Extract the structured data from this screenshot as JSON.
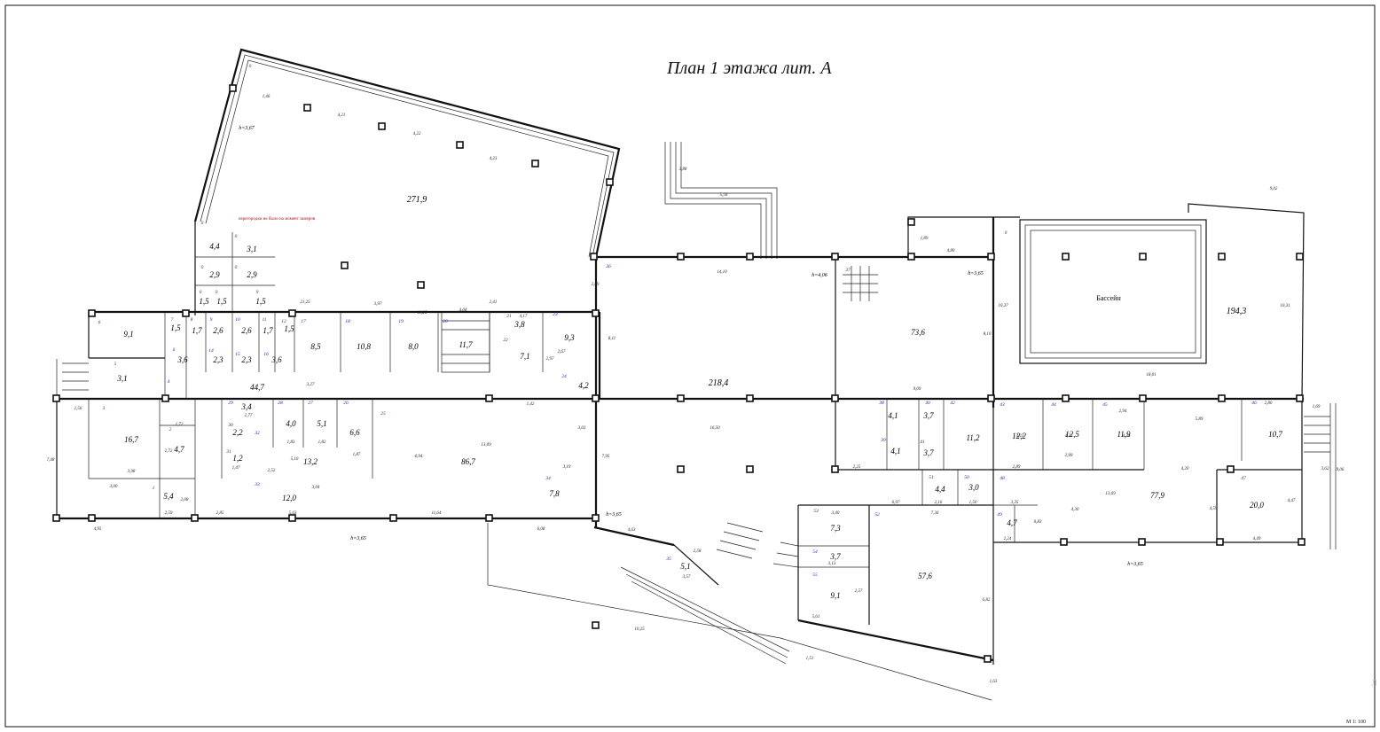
{
  "plan": {
    "title": "План 1 этажа лит. А",
    "scale": "М 1: 100",
    "side_mark": "Л",
    "note": "перегородки не было на момент замеров",
    "pool_label": "Бассейн",
    "heights": [
      "h=3,67",
      "h=4,06",
      "h=3,65",
      "h=3,65",
      "h=3,65",
      "h=3,65"
    ]
  },
  "rooms": [
    {
      "num": "0",
      "area": "271,9"
    },
    {
      "num": "0",
      "area": "4,4"
    },
    {
      "num": "0",
      "area": "3,1"
    },
    {
      "num": "0",
      "area": "2,9"
    },
    {
      "num": "0",
      "area": "2,9"
    },
    {
      "num": "0",
      "area": "1,5"
    },
    {
      "num": "0",
      "area": "1,5"
    },
    {
      "num": "9",
      "area": "1,5"
    },
    {
      "num": "6",
      "area": "9,1"
    },
    {
      "num": "7",
      "area": "1,5"
    },
    {
      "num": "8",
      "area": "1,7"
    },
    {
      "num": "9",
      "area": "2,6"
    },
    {
      "num": "10",
      "area": "2,6"
    },
    {
      "num": "11",
      "area": "1,7"
    },
    {
      "num": "12",
      "area": "1,5"
    },
    {
      "num": "17",
      "area": "8,5"
    },
    {
      "num": "18",
      "area": "10,8"
    },
    {
      "num": "19",
      "area": "8,0"
    },
    {
      "num": "20",
      "area": "11,7"
    },
    {
      "num": "21",
      "area": "3,8"
    },
    {
      "num": "22",
      "area": "7,1"
    },
    {
      "num": "23",
      "area": "9,3"
    },
    {
      "num": "36",
      "area": "218,4"
    },
    {
      "num": "37",
      "area": "73,6"
    },
    {
      "num": "0",
      "area": "194,3"
    },
    {
      "num": "5",
      "area": "3,1"
    },
    {
      "num": "6",
      "area": "3,6"
    },
    {
      "num": "14",
      "area": "2,3"
    },
    {
      "num": "15",
      "area": "2,3"
    },
    {
      "num": "16",
      "area": "3,6"
    },
    {
      "num": "4",
      "area": "44,7"
    },
    {
      "num": "24",
      "area": "4,2"
    },
    {
      "num": "3",
      "area": "16,7"
    },
    {
      "num": "2",
      "area": "4,7"
    },
    {
      "num": "1",
      "area": "5,4"
    },
    {
      "num": "29",
      "area": "3,4"
    },
    {
      "num": "28",
      "area": "4,0"
    },
    {
      "num": "27",
      "area": "5,1"
    },
    {
      "num": "26",
      "area": "6,6"
    },
    {
      "num": "30",
      "area": "2,2"
    },
    {
      "num": "31",
      "area": "1,2"
    },
    {
      "num": "32",
      "area": "13,2"
    },
    {
      "num": "33",
      "area": "12,0"
    },
    {
      "num": "25",
      "area": "86,7"
    },
    {
      "num": "34",
      "area": "7,8"
    },
    {
      "num": "38",
      "area": "4,1"
    },
    {
      "num": "39",
      "area": "4,1"
    },
    {
      "num": "40",
      "area": "3,7"
    },
    {
      "num": "41",
      "area": "3,7"
    },
    {
      "num": "42",
      "area": "11,2"
    },
    {
      "num": "43",
      "area": "12,2"
    },
    {
      "num": "44",
      "area": "12,5"
    },
    {
      "num": "45",
      "area": "11,9"
    },
    {
      "num": "46",
      "area": "10,7"
    },
    {
      "num": "51",
      "area": "4,4"
    },
    {
      "num": "50",
      "area": "3,0"
    },
    {
      "num": "48",
      "area": "77,9"
    },
    {
      "num": "47",
      "area": "20,0"
    },
    {
      "num": "49",
      "area": "4,7"
    },
    {
      "num": "53",
      "area": "7,3"
    },
    {
      "num": "54",
      "area": "3,7"
    },
    {
      "num": "55",
      "area": "9,1"
    },
    {
      "num": "52",
      "area": "57,6"
    },
    {
      "num": "35",
      "area": "5,1"
    }
  ],
  "dimensions": [
    "14,10",
    "5,56",
    "3,88",
    "9,02",
    "10,37",
    "8,10",
    "10,31",
    "18,01",
    "16,50",
    "13,09",
    "11,64",
    "5,63",
    "2,85",
    "2,59",
    "4,95",
    "3,00",
    "3,98",
    "1,56",
    "7,48",
    "6,08",
    "13,69",
    "4,20",
    "5,89",
    "4,49",
    "4,47",
    "4,59",
    "4,30",
    "7,36",
    "6,97",
    "3,40",
    "6,82",
    "10,25",
    "3,57",
    "2,58",
    "4,63",
    "8,11",
    "7,95",
    "3,19",
    "3,03",
    "1,42",
    "4,17",
    "2,97",
    "2,67",
    "3,27",
    "21,25",
    "3,97",
    "4,04",
    "2,41",
    "11,25",
    "1,46",
    "4,21",
    "4,22",
    "4,23",
    "4,80",
    "1,89",
    "9,09",
    "2,89",
    "2,77",
    "6,94",
    "5,10",
    "3,04",
    "1,83",
    "1,82",
    "1,87",
    "2,52",
    "1,47",
    "1,72",
    "2,72",
    "2,08",
    "2,80",
    "1,69",
    "9,06",
    "3,62",
    "2,25",
    "2,16",
    "1,50",
    "3,35",
    "2,24",
    "0,83",
    "2,99",
    "2,89",
    "2,94",
    "4,25",
    "4,23",
    "4,35",
    "3,13",
    "2,57",
    "5,61",
    "1,63",
    "1,51"
  ]
}
